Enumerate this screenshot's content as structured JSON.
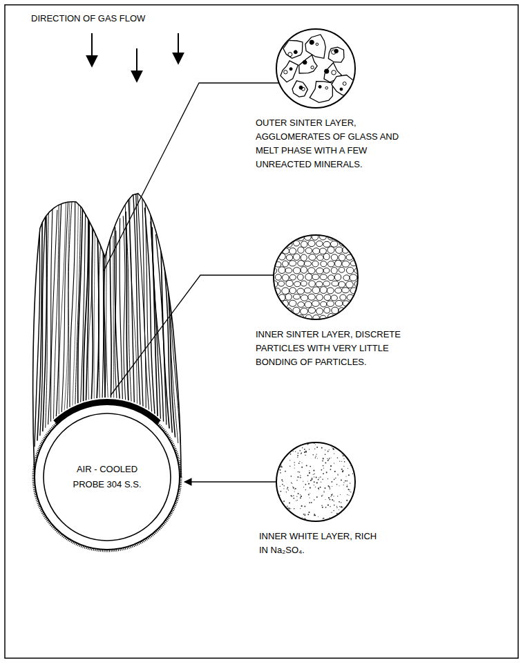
{
  "diagram": {
    "nodes": [
      {
        "text": [
          "OUTER SINTER LAYER, AGGLOMERATES OF GLASS AND MELT PHASE WITH A FEW UNREACTED MINERALS."
        ]
      },
      {
        "text": [
          "INNER SINTER LAYER, DISCRETE PARTICLES WITH VERY LITTLE BONDING OF PARTICLES."
        ]
      },
      {
        "text": [
          "AIR - COOLED PROBE 304 S.S."
        ]
      },
      {
        "text": [
          "INNER WHITE LAYER, RICH IN Na₂SO₄."
        ]
      }
    ],
    "labels": [
      "DIRECTION OF GAS FLOW"
    ]
  }
}
